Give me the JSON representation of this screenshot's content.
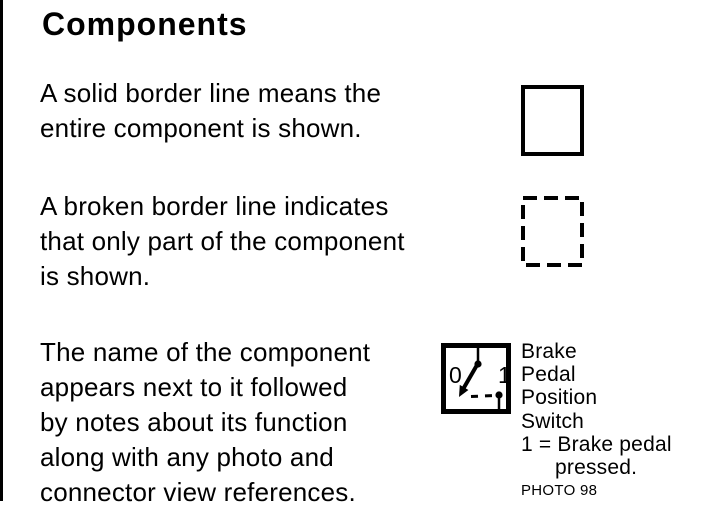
{
  "page": {
    "title": "Components"
  },
  "paragraphs": [
    "A solid border line means the\nentire component is shown.",
    "A broken border line indicates\nthat only part of the component\nis shown.",
    "The name of the component\nappears next to it followed\nby notes about its function\nalong with any photo and\nconnector view references."
  ],
  "component_example": {
    "position_labels": {
      "off": "0",
      "on": "1"
    },
    "name": "Brake\nPedal\nPosition\nSwitch",
    "note_line1": "1 = Brake pedal",
    "note_line2": "pressed.",
    "photo_reference": "PHOTO 98"
  },
  "icons": {
    "solid_border_box": "rectangle with solid black outline",
    "broken_border_box": "rectangle with dashed black outline",
    "switch_symbol": "switch symbol with lever arrow between positions 0 and 1"
  },
  "colors": {
    "ink": "#000000",
    "paper": "#ffffff"
  }
}
